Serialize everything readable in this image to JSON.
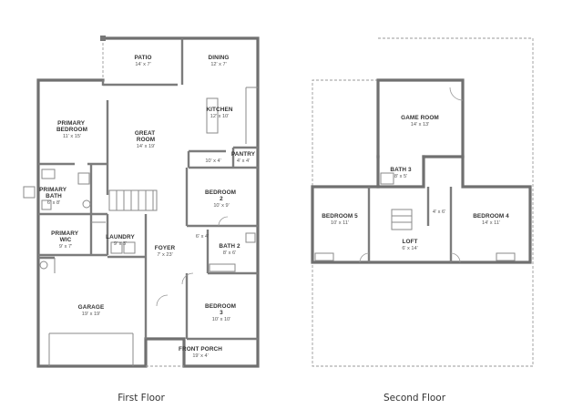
{
  "floors": [
    {
      "label": "First Floor",
      "rooms": [
        {
          "name": "PATIO",
          "dim": "14' x 7'"
        },
        {
          "name": "DINING",
          "dim": "12' x 7'"
        },
        {
          "name": "PRIMARY BEDROOM",
          "dim": "11' x 15'"
        },
        {
          "name": "GREAT ROOM",
          "dim": "14' x 19'"
        },
        {
          "name": "KITCHEN",
          "dim": "12' x 10'"
        },
        {
          "name": "PANTRY",
          "dim": "4' x 4'"
        },
        {
          "name": "",
          "dim": "10' x 4'"
        },
        {
          "name": "PRIMARY BATH",
          "dim": "6' x 8'"
        },
        {
          "name": "BEDROOM 2",
          "dim": "10' x 9'"
        },
        {
          "name": "PRIMARY WIC",
          "dim": "9' x 7'"
        },
        {
          "name": "LAUNDRY",
          "dim": "9' x 5'"
        },
        {
          "name": "",
          "dim": "6' x 4'"
        },
        {
          "name": "BATH 2",
          "dim": "8' x 6'"
        },
        {
          "name": "FOYER",
          "dim": "7' x 23'"
        },
        {
          "name": "GARAGE",
          "dim": "19' x 19'"
        },
        {
          "name": "BEDROOM 3",
          "dim": "10' x 10'"
        },
        {
          "name": "FRONT PORCH",
          "dim": "19' x 4'"
        }
      ]
    },
    {
      "label": "Second Floor",
      "rooms": [
        {
          "name": "GAME ROOM",
          "dim": "14' x 13'"
        },
        {
          "name": "BATH 3",
          "dim": "8' x 5'"
        },
        {
          "name": "BEDROOM 5",
          "dim": "10' x 11'"
        },
        {
          "name": "",
          "dim": "4' x 6'"
        },
        {
          "name": "BEDROOM 4",
          "dim": "14' x 11'"
        },
        {
          "name": "LOFT",
          "dim": "6' x 14'"
        }
      ]
    }
  ]
}
